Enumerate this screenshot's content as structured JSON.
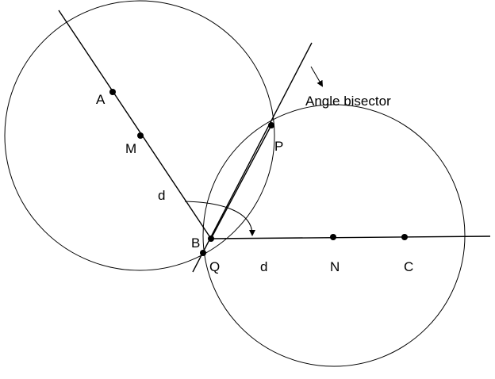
{
  "colors": {
    "ink": "#000000",
    "background": "#ffffff"
  },
  "labels": {
    "a": "A",
    "m": "M",
    "b": "B",
    "q": "Q",
    "p": "P",
    "n": "N",
    "c": "C",
    "d_upper": "d",
    "d_lower": "d",
    "angle_bisector": "Angle bisector"
  },
  "icons": {
    "bisector_pointer": "arrow-down-right-icon",
    "angle_arc_arrow": "arrow-down-icon"
  }
}
